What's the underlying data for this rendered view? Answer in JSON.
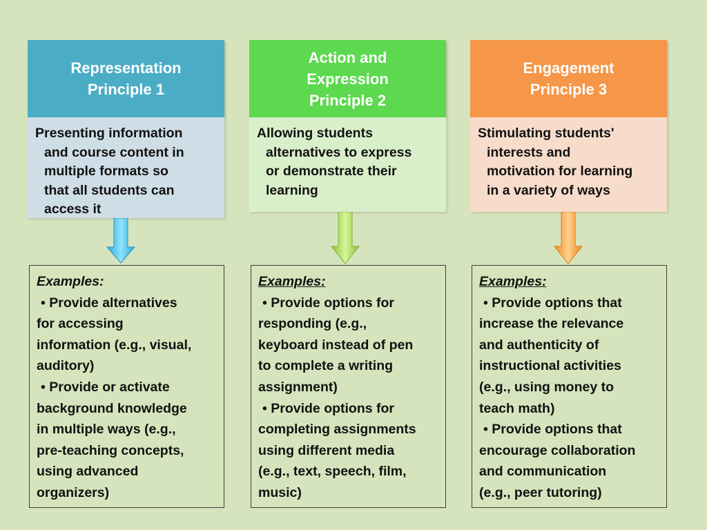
{
  "columns": [
    {
      "heading": [
        "Representation",
        "Principle 1"
      ],
      "description": [
        "Presenting information",
        "and course content in",
        "multiple formats so",
        "that all students can",
        "access it"
      ],
      "examples_title": "Examples:",
      "examples": [
        "• Provide alternatives",
        "for accessing",
        "information (e.g., visual,",
        "auditory)",
        "• Provide or activate",
        "background knowledge",
        "in multiple ways (e.g.,",
        "pre-teaching concepts,",
        "using advanced",
        "organizers)"
      ],
      "colors": {
        "heading": "#4bacc6",
        "description": "#cfdde6",
        "arrow": "#5ccbf0"
      }
    },
    {
      "heading": [
        "Action and",
        "Expression",
        "Principle 2"
      ],
      "description": [
        "Allowing students",
        "alternatives to express",
        "or demonstrate their",
        "learning"
      ],
      "examples_title": "Examples:",
      "examples": [
        "• Provide options for",
        "responding (e.g.,",
        "keyboard instead of pen",
        "to complete a writing",
        "assignment)",
        "• Provide options for",
        "completing assignments",
        "using different media",
        "(e.g., text, speech, film,",
        "music)"
      ],
      "colors": {
        "heading": "#5cd94f",
        "description": "#d9efc9",
        "arrow": "#a6d456"
      }
    },
    {
      "heading": [
        "Engagement",
        "Principle 3"
      ],
      "description": [
        "Stimulating students'",
        "interests and",
        "motivation for learning",
        "in a variety of ways"
      ],
      "examples_title": "Examples:",
      "examples": [
        "• Provide options that",
        "increase the relevance",
        "and authenticity of",
        "instructional activities",
        "(e.g., using money to",
        "teach math)",
        "• Provide options that",
        "encourage collaboration",
        "and communication",
        "(e.g., peer tutoring)"
      ],
      "colors": {
        "heading": "#f59648",
        "description": "#f8dccb",
        "arrow": "#f7a03c"
      }
    }
  ]
}
